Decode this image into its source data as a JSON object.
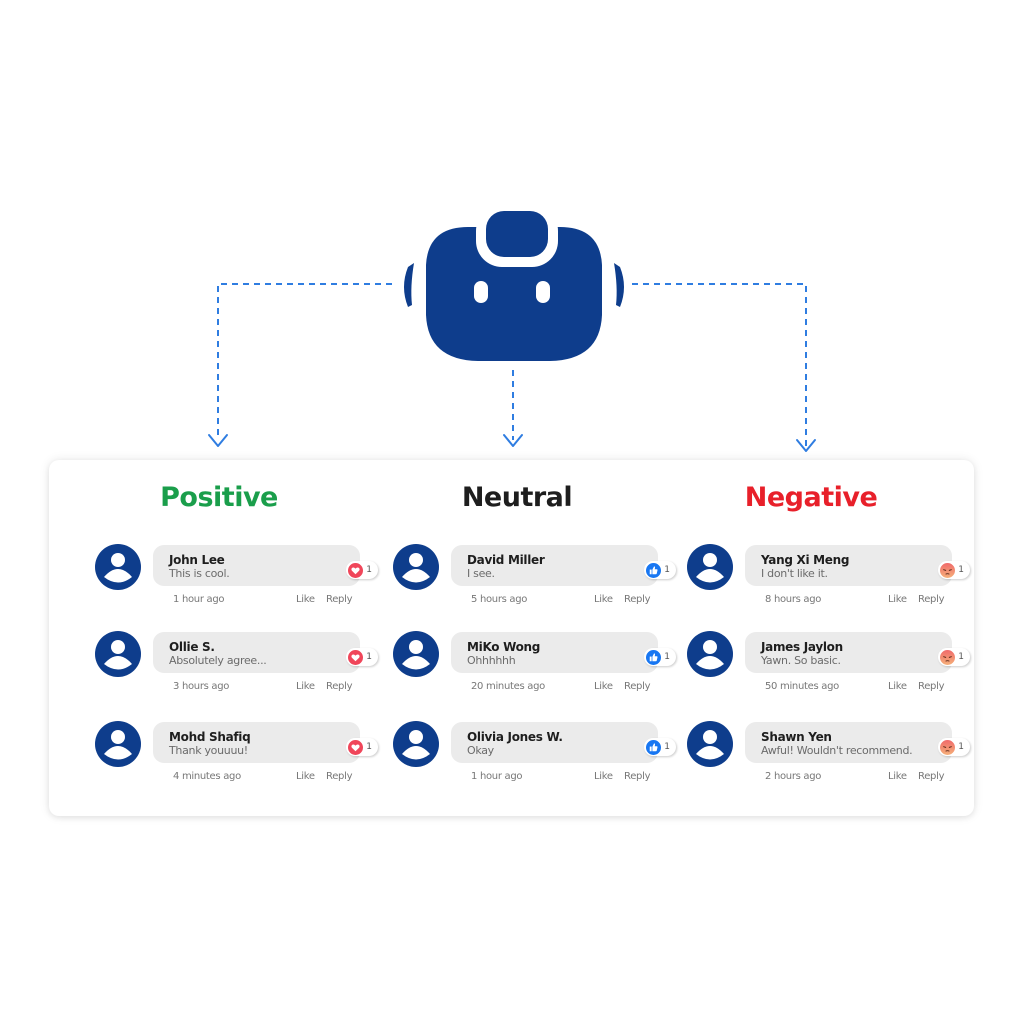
{
  "colors": {
    "robot": "#0e3d8c",
    "connector": "#2f7de1",
    "positive": "#1a9e4b",
    "neutral": "#1e1e1e",
    "negative": "#e8202a",
    "bubble": "#ebebeb",
    "heart": "#f0465a",
    "like": "#1877f2",
    "angry": "#f08a6a"
  },
  "robot": {
    "icon": "robot-head-icon"
  },
  "columns": [
    {
      "title": "Positive",
      "sentiment": "positive",
      "reaction_icon": "heart-reaction-icon",
      "comments": [
        {
          "author": "John Lee",
          "text": "This is cool.",
          "time": "1 hour ago",
          "like": "Like",
          "reply": "Reply",
          "reaction_count": "1"
        },
        {
          "author": "Ollie S.",
          "text": "Absolutely agree...",
          "time": "3 hours ago",
          "like": "Like",
          "reply": "Reply",
          "reaction_count": "1"
        },
        {
          "author": "Mohd Shafiq",
          "text": "Thank youuuu!",
          "time": "4 minutes ago",
          "like": "Like",
          "reply": "Reply",
          "reaction_count": "1"
        }
      ]
    },
    {
      "title": "Neutral",
      "sentiment": "neutral",
      "reaction_icon": "thumbs-up-reaction-icon",
      "comments": [
        {
          "author": "David Miller",
          "text": "I see.",
          "time": "5 hours ago",
          "like": "Like",
          "reply": "Reply",
          "reaction_count": "1"
        },
        {
          "author": "MiKo Wong",
          "text": "Ohhhhhh",
          "time": "20 minutes ago",
          "like": "Like",
          "reply": "Reply",
          "reaction_count": "1"
        },
        {
          "author": "Olivia Jones W.",
          "text": "Okay",
          "time": "1 hour ago",
          "like": "Like",
          "reply": "Reply",
          "reaction_count": "1"
        }
      ]
    },
    {
      "title": "Negative",
      "sentiment": "negative",
      "reaction_icon": "angry-reaction-icon",
      "comments": [
        {
          "author": "Yang Xi Meng",
          "text": "I don't like it.",
          "time": "8 hours ago",
          "like": "Like",
          "reply": "Reply",
          "reaction_count": "1"
        },
        {
          "author": "James Jaylon",
          "text": "Yawn. So basic.",
          "time": "50 minutes ago",
          "like": "Like",
          "reply": "Reply",
          "reaction_count": "1"
        },
        {
          "author": "Shawn Yen",
          "text": "Awful! Wouldn't recommend.",
          "time": "2 hours ago",
          "like": "Like",
          "reply": "Reply",
          "reaction_count": "1"
        }
      ]
    }
  ]
}
